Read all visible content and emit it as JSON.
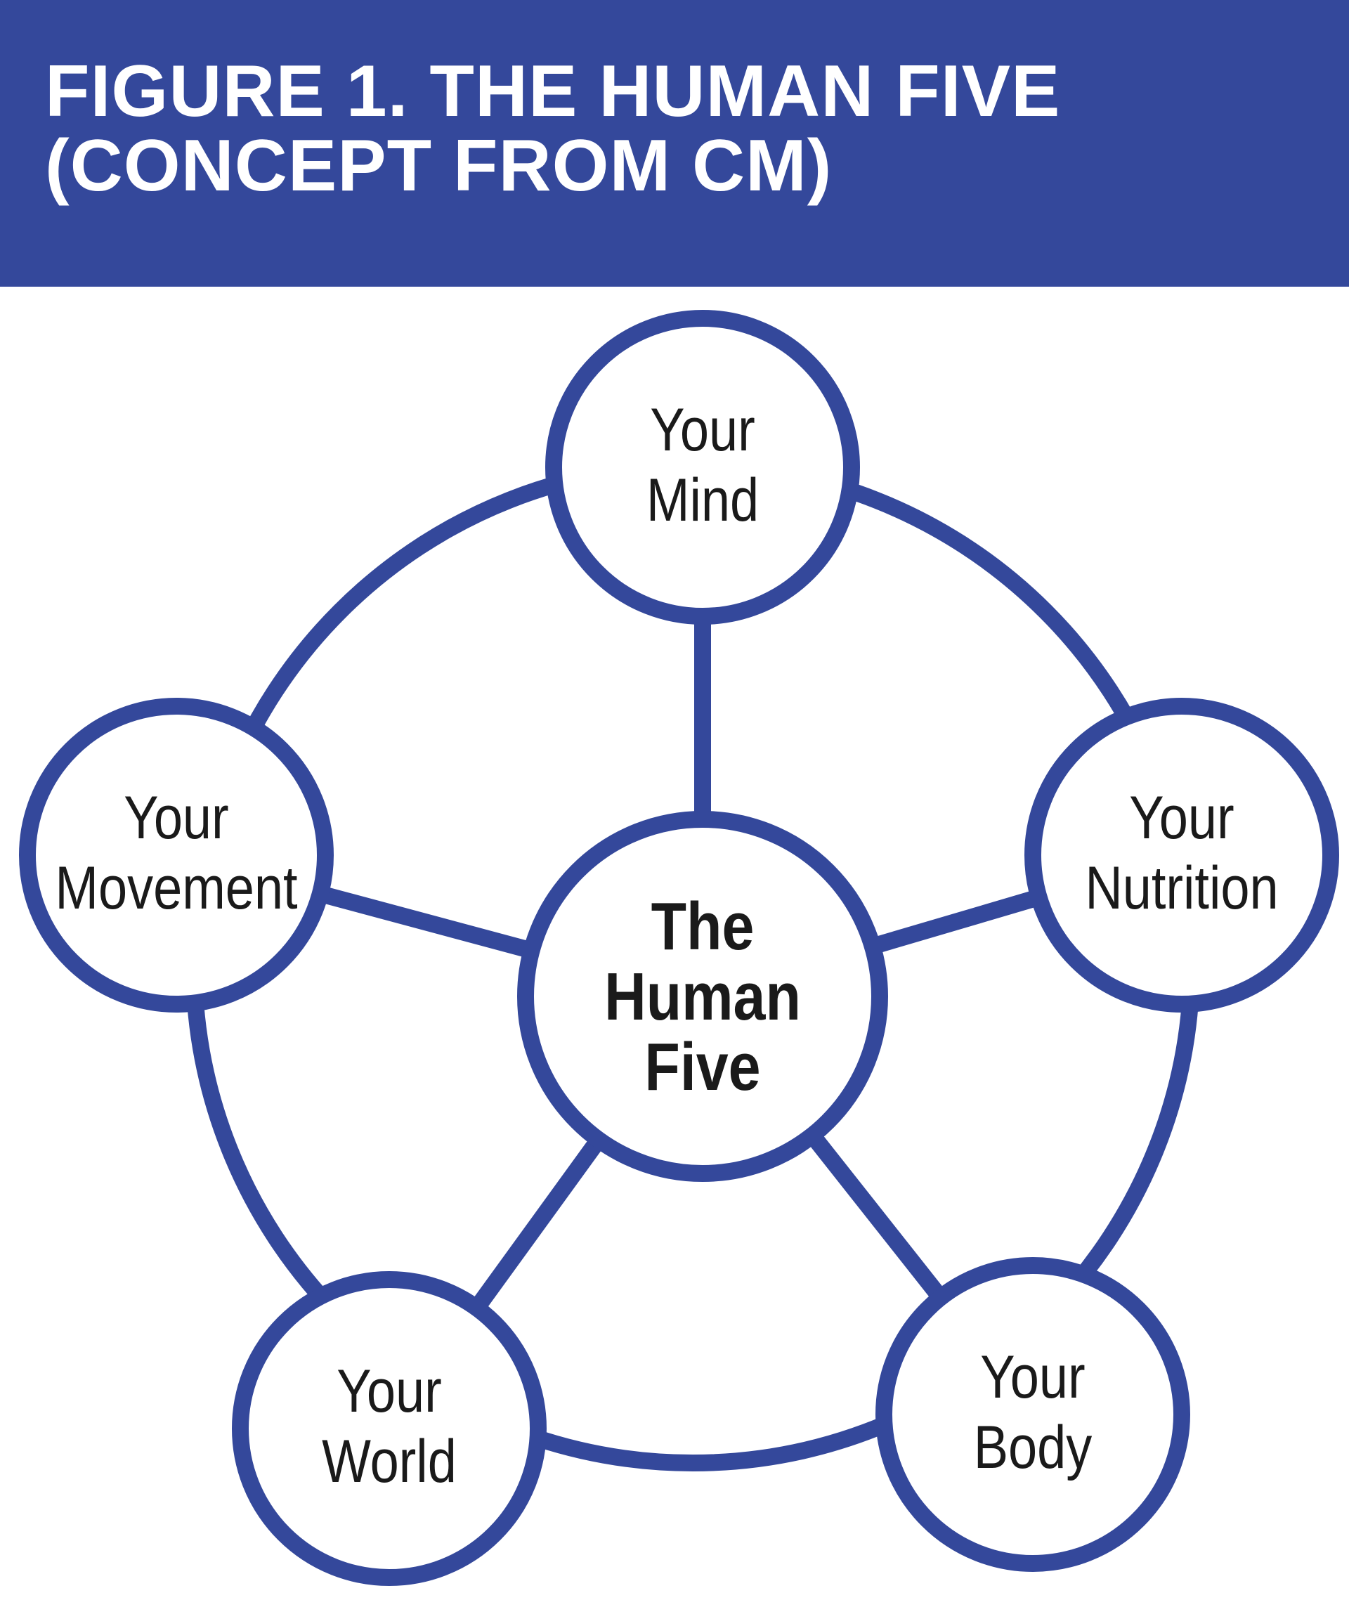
{
  "header": {
    "title_line_1": "FIGURE 1. THE HUMAN FIVE",
    "title_line_2": "(CONCEPT FROM CM)"
  },
  "colors": {
    "header_background": "#34489b",
    "header_text": "#ffffff",
    "ring_stroke": "#34489b",
    "node_fill": "#ffffff",
    "label_text": "#1a1a1a"
  },
  "diagram": {
    "center": {
      "lines": [
        "The",
        "Human",
        "Five"
      ]
    },
    "nodes": [
      {
        "id": "mind",
        "lines": [
          "Your",
          "Mind"
        ]
      },
      {
        "id": "nutrition",
        "lines": [
          "Your",
          "Nutrition"
        ]
      },
      {
        "id": "body",
        "lines": [
          "Your",
          "Body"
        ]
      },
      {
        "id": "world",
        "lines": [
          "Your",
          "World"
        ]
      },
      {
        "id": "movement",
        "lines": [
          "Your",
          "Movement"
        ]
      }
    ]
  }
}
